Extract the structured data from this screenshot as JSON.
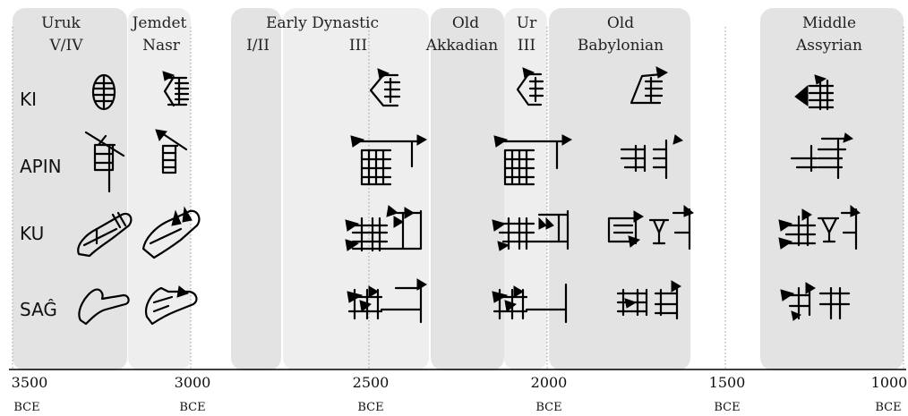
{
  "timeline": {
    "ticks": [
      {
        "year": "3500",
        "unit": "BCE"
      },
      {
        "year": "3000",
        "unit": "BCE"
      },
      {
        "year": "2500",
        "unit": "BCE"
      },
      {
        "year": "2000",
        "unit": "BCE"
      },
      {
        "year": "1500",
        "unit": "BCE"
      },
      {
        "year": "1000",
        "unit": "BCE"
      }
    ]
  },
  "periods": [
    {
      "id": "uruk",
      "lines": [
        "Uruk",
        "V/IV"
      ]
    },
    {
      "id": "jemdet-nasr",
      "lines": [
        "Jemdet",
        "Nasr"
      ]
    },
    {
      "id": "ed-1-2",
      "lines": [
        "I/II"
      ]
    },
    {
      "id": "ed-title",
      "lines": [
        "Early Dynastic"
      ]
    },
    {
      "id": "ed-3",
      "lines": [
        "III"
      ]
    },
    {
      "id": "old-akkadian",
      "lines": [
        "Old",
        "Akkadian"
      ]
    },
    {
      "id": "ur-3",
      "lines": [
        "Ur",
        "III"
      ]
    },
    {
      "id": "old-babylonian",
      "lines": [
        "Old",
        "Babylonian"
      ]
    },
    {
      "id": "middle-assyrian",
      "lines": [
        "Middle",
        "Assyrian"
      ]
    }
  ],
  "signs": [
    "KI",
    "APIN",
    "KU",
    "SAĜ"
  ],
  "colors": {
    "band": "#e3e3e3",
    "band_light": "#eeeeee",
    "axis": "#000000",
    "guide": "#9a9a9a",
    "glyph": "#000000"
  }
}
